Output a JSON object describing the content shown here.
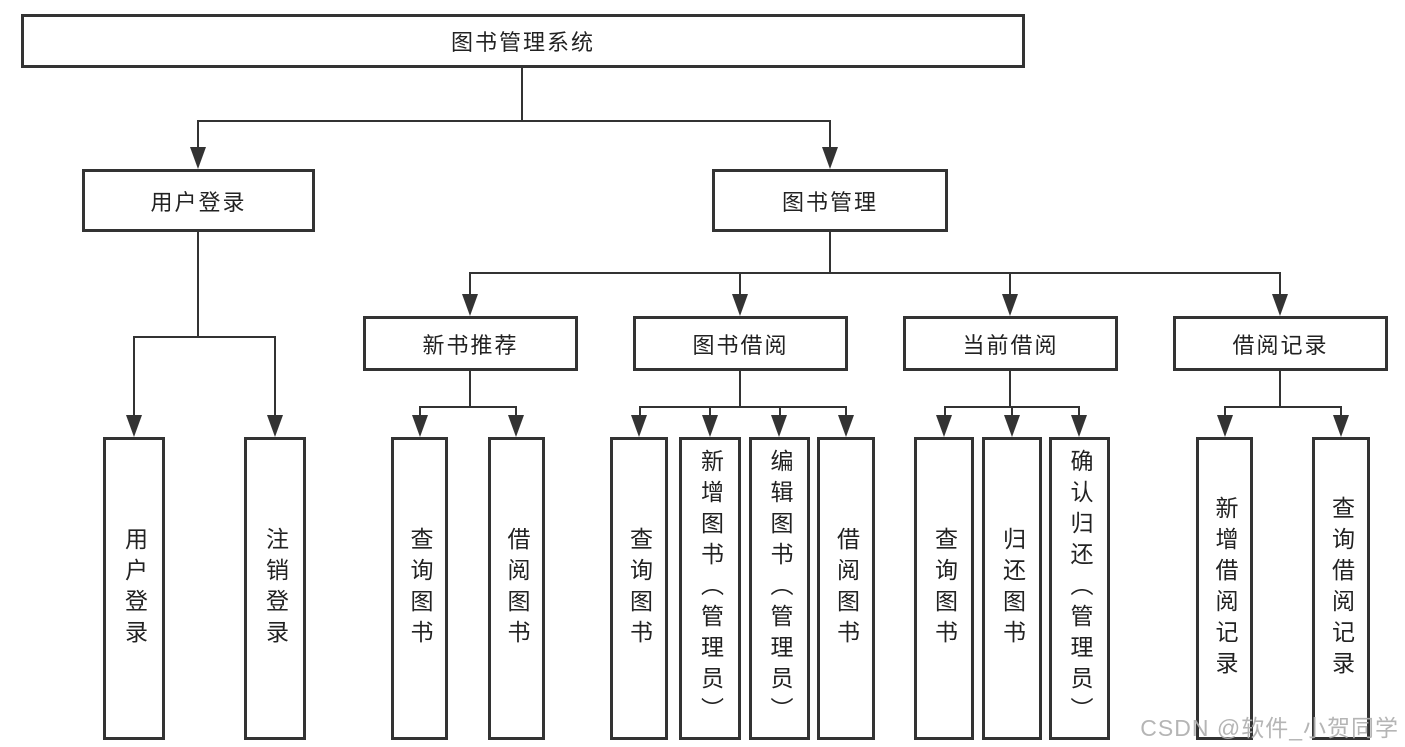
{
  "tree": {
    "root": "图书管理系统",
    "level2": [
      "用户登录",
      "图书管理"
    ],
    "level3": [
      "新书推荐",
      "图书借阅",
      "当前借阅",
      "借阅记录"
    ],
    "leafGroups": [
      [
        "用户登录",
        "注销登录"
      ],
      [
        "查询图书",
        "借阅图书"
      ],
      [
        "查询图书",
        "新增图书（管理员）",
        "编辑图书（管理员）",
        "借阅图书"
      ],
      [
        "查询图书",
        "归还图书",
        "确认归还（管理员）"
      ],
      [
        "新增借阅记录",
        "查询借阅记录"
      ]
    ]
  },
  "watermark": "CSDN @软件_小贺同学",
  "colors": {
    "line": "#333333",
    "text": "#222222",
    "watermark": "#afafaf",
    "background": "#ffffff"
  }
}
